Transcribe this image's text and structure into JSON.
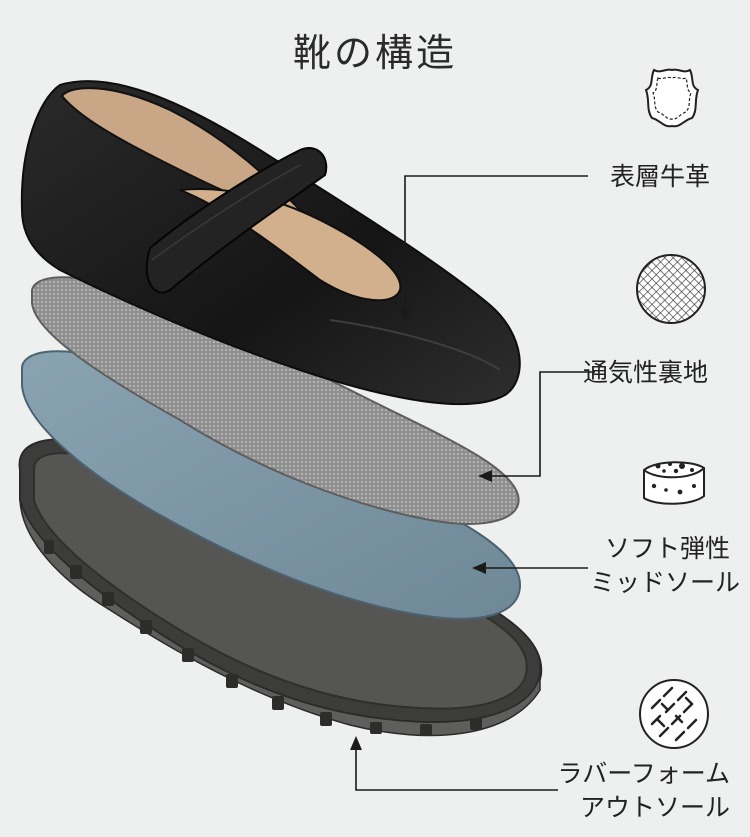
{
  "title": "靴の構造",
  "layers": [
    {
      "label_lines": [
        "表層牛革"
      ],
      "icon": "leather-hide-icon"
    },
    {
      "label_lines": [
        "通気性裏地"
      ],
      "icon": "mesh-circle-icon"
    },
    {
      "label_lines": [
        "ソフト弾性",
        "ミッドソール"
      ],
      "icon": "sponge-icon"
    },
    {
      "label_lines": [
        "ラバーフォーム",
        "アウトソール"
      ],
      "icon": "textured-circle-icon"
    }
  ],
  "colors": {
    "background": "#eef0ef",
    "upper": "#1c1c1c",
    "lining": "#d2b08e",
    "mesh": "#8d8d8d",
    "midsole": "#7b95a4",
    "outsole": "#4e4e4c",
    "leader": "#1a1a1a"
  }
}
